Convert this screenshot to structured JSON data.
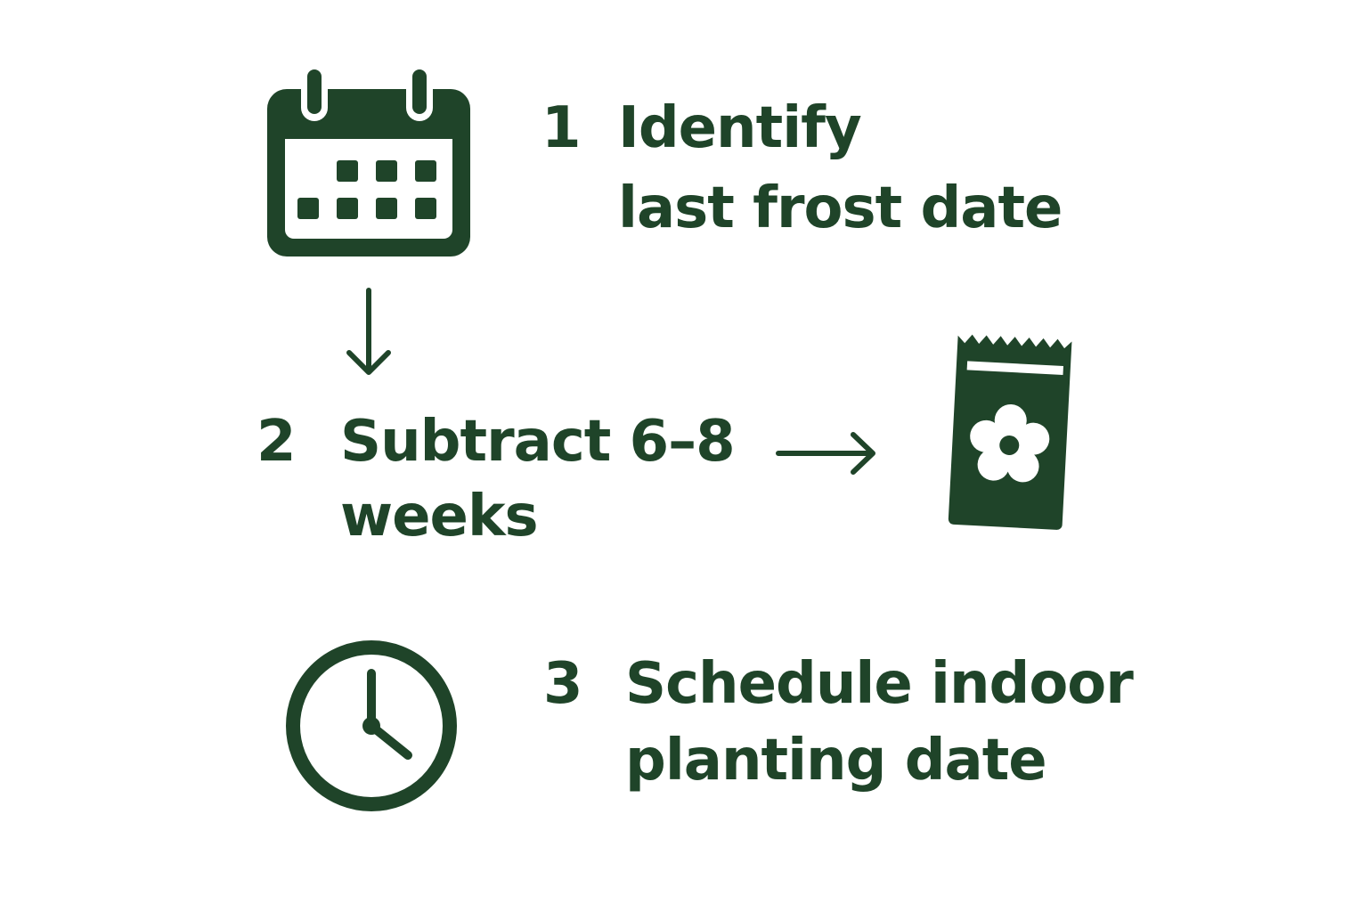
{
  "colors": {
    "ink": "#1f4429",
    "background": "#ffffff"
  },
  "steps": [
    {
      "number": "1",
      "lines": [
        "Identify",
        "last frost date"
      ],
      "icon": "calendar-icon"
    },
    {
      "number": "2",
      "lines": [
        "Subtract 6–8",
        "weeks"
      ],
      "icon": "seed-packet-icon"
    },
    {
      "number": "3",
      "lines": [
        "Schedule indoor",
        "planting date"
      ],
      "icon": "clock-icon"
    }
  ],
  "connectors": [
    {
      "from": "step-1",
      "to": "step-2",
      "direction": "down",
      "icon": "arrow-down-icon"
    },
    {
      "from": "step-2",
      "to": "seed-packet",
      "direction": "right",
      "icon": "arrow-right-icon"
    }
  ]
}
